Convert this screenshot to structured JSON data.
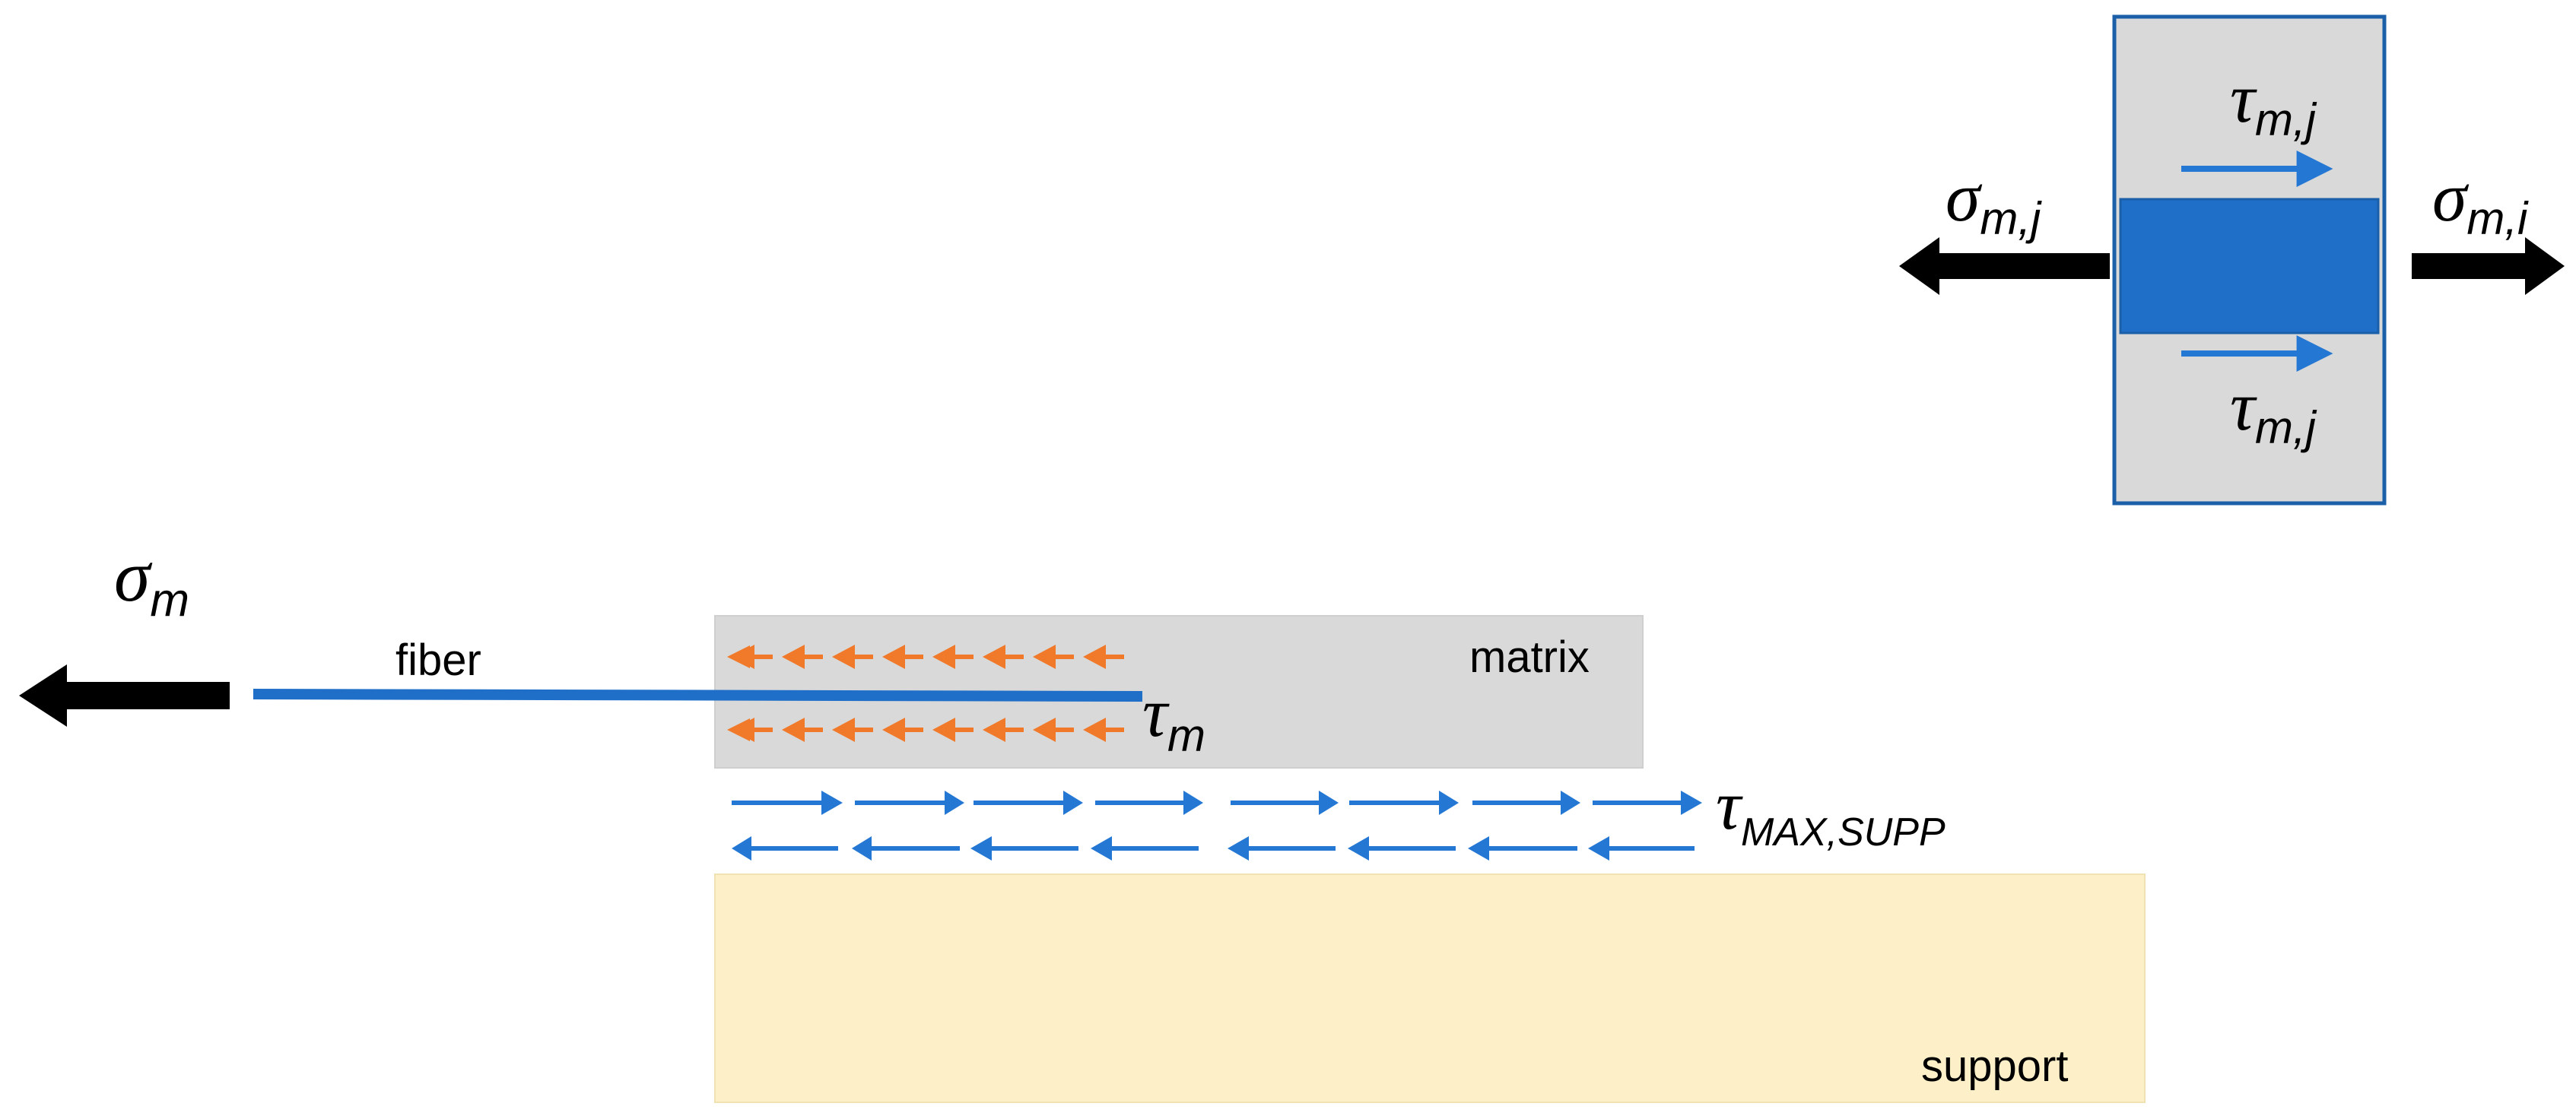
{
  "labels": {
    "fiber": "fiber",
    "matrix": "matrix",
    "support": "support"
  },
  "symbols": {
    "sigma": "σ",
    "tau": "τ",
    "sub_m": "m",
    "sub_mj": "m,j",
    "sub_mi": "m,i",
    "sub_max_supp": "MAX,SUPP"
  },
  "colors": {
    "fiber_blue": "#1f6fc9",
    "arrow_blue": "#2478d4",
    "orange": "#f07a2a",
    "matrix_gray": "#d9d9d9",
    "support_yellow": "#fdf0c8",
    "element_border": "#1a5fa8",
    "black": "#000000"
  }
}
